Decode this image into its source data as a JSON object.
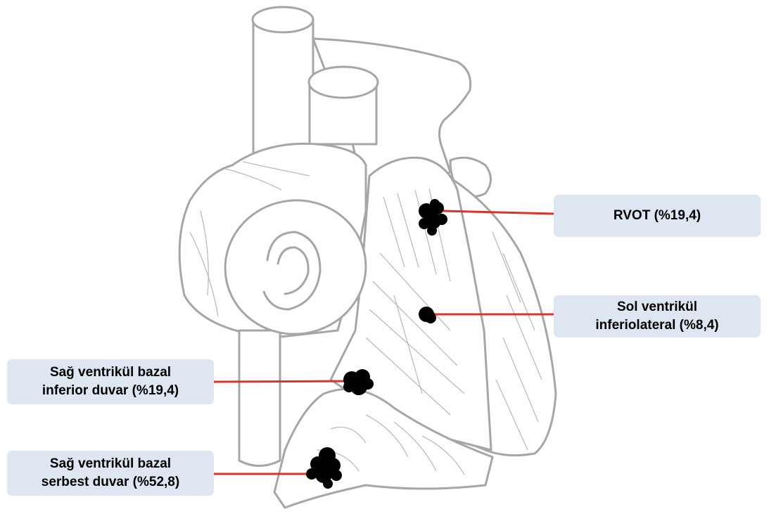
{
  "labels": {
    "rvot": "RVOT (%19,4)",
    "sol_ventrikul": "Sol ventrikül\ninferiolateral (%8,4)",
    "sag_bazal_inferior": "Sağ ventrikül bazal\ninferior duvar (%19,4)",
    "sag_bazal_serbest": "Sağ ventrikül bazal\nserbest duvar (%52,8)"
  },
  "colors": {
    "outline": "#a6a6a6",
    "leader_line": "#d9342b",
    "label_bg": "#dde6f1",
    "lesion": "#000000"
  }
}
